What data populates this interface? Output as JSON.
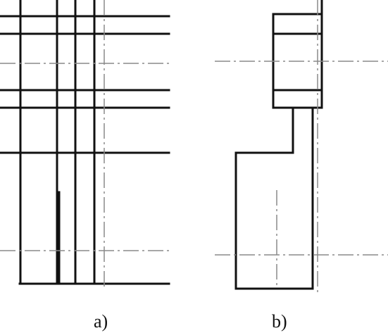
{
  "figure": {
    "panels": [
      {
        "id": "a",
        "caption": "a)"
      },
      {
        "id": "b",
        "caption": "b)"
      }
    ],
    "colors": {
      "outline": "#111111",
      "centerline": "#8a8a8a",
      "background": "#ffffff"
    }
  }
}
